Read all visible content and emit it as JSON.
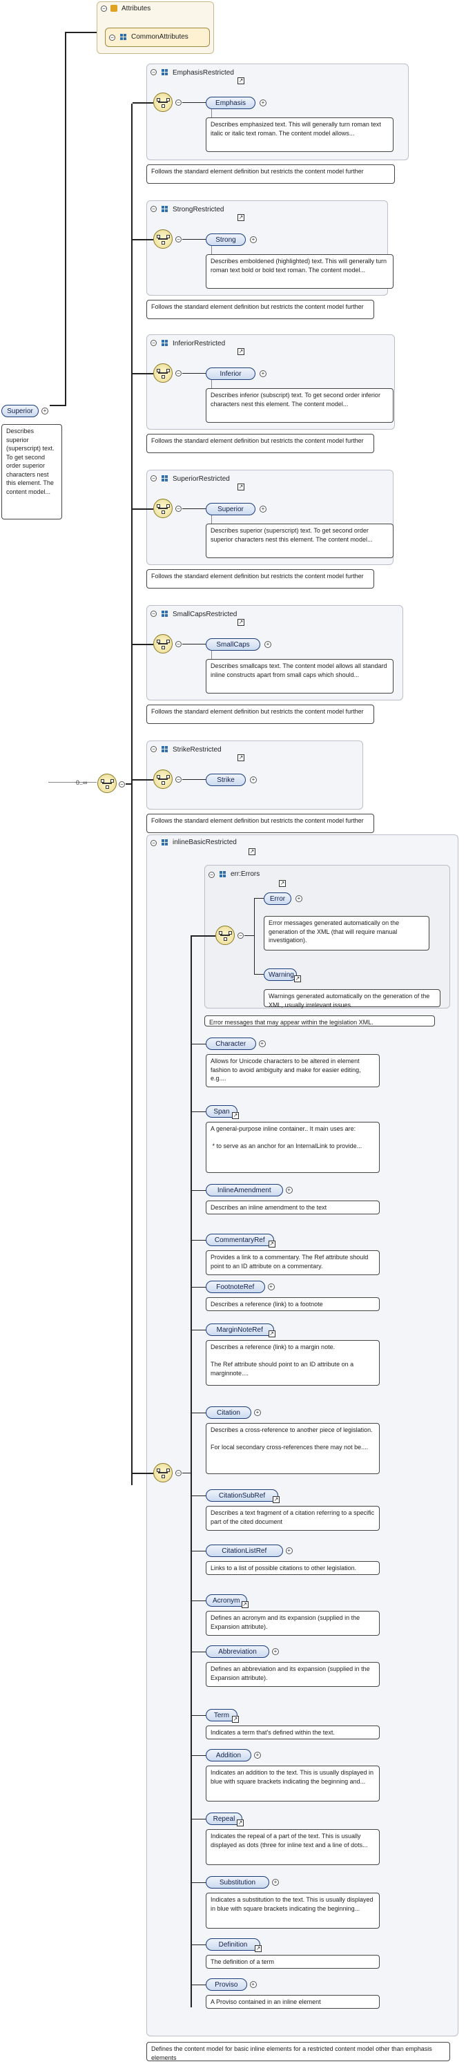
{
  "attributes": {
    "title": "Attributes",
    "group": "CommonAttributes"
  },
  "root": {
    "name": "Superior",
    "doc": "Describes superior (superscript) text. To get second order superior characters nest this element. The content model..."
  },
  "occurrence": "0..∞",
  "restricted_groups": [
    {
      "title": "EmphasisRestricted",
      "element": "Emphasis",
      "desc": "Describes emphasized text. This will generally turn roman text italic or italic text roman. The content model allows...",
      "note": "Follows the standard element definition but restricts the content model further"
    },
    {
      "title": "StrongRestricted",
      "element": "Strong",
      "desc": "Describes emboldened (highlighted) text. This will generally turn roman text bold or bold text roman. The content model...",
      "note": "Follows the standard element definition but restricts the content model further"
    },
    {
      "title": "InferiorRestricted",
      "element": "Inferior",
      "desc": "Describes inferior (subscript) text. To get second order inferior characters nest this element. The content model...",
      "note": "Follows the standard element definition but restricts the content model further"
    },
    {
      "title": "SuperiorRestricted",
      "element": "Superior",
      "desc": "Describes superior (superscript) text. To get second order superior characters nest this element. The content model...",
      "note": "Follows the standard element definition but restricts the content model further"
    },
    {
      "title": "SmallCapsRestricted",
      "element": "SmallCaps",
      "desc": "Describes smallcaps text. The content model allows all standard inline constructs apart from small caps which should...",
      "note": "Follows the standard element definition but restricts the content model further"
    },
    {
      "title": "StrikeRestricted",
      "element": "Strike",
      "desc": "",
      "note": "Follows the standard element definition but restricts the content model further"
    }
  ],
  "inline_basic": {
    "title": "inlineBasicRestricted",
    "errors": {
      "title": "err:Errors",
      "error": {
        "name": "Error",
        "desc": "Error messages generated automatically on the generation of the XML (that will require manual investigation)."
      },
      "warning": {
        "name": "Warning",
        "desc": "Warnings generated automatically on the generation of the XML, usually irrelevant issues."
      },
      "note": "Error messages that may appear within the legislation XML."
    },
    "items": [
      {
        "name": "Character",
        "desc": "Allows for Unicode characters to be altered in element fashion to avoid ambiguity and make for easier editing, e.g...."
      },
      {
        "name": "Span",
        "desc": "A general-purpose inline container.. It main uses are:\n\n * to serve as an anchor for an InternalLink to provide..."
      },
      {
        "name": "InlineAmendment",
        "desc": "Describes an inline amendment to the text"
      },
      {
        "name": "CommentaryRef",
        "desc": "Provides a link to a commentary. The Ref attribute should point to an ID attribute on a commentary."
      },
      {
        "name": "FootnoteRef",
        "desc": "Describes a reference (link) to a footnote"
      },
      {
        "name": "MarginNoteRef",
        "desc": "Describes a reference (link) to a margin note.\n\nThe Ref attribute should point to an ID attribute on a marginnote...."
      },
      {
        "name": "Citation",
        "desc": "Describes a cross-reference to another piece of legislation.\n\nFor local secondary cross-references there may not be...."
      },
      {
        "name": "CitationSubRef",
        "desc": "Describes a text fragment of a citation referring to a specific part of the cited document"
      },
      {
        "name": "CitationListRef",
        "desc": "Links to a list of possible citations to other legislation."
      },
      {
        "name": "Acronym",
        "desc": "Defines an acronym and its expansion (supplied in the Expansion attribute)."
      },
      {
        "name": "Abbreviation",
        "desc": "Defines an abbreviation and its expansion (supplied in the Expansion attribute)."
      },
      {
        "name": "Term",
        "desc": "Indicates a term that's defined within the text."
      },
      {
        "name": "Addition",
        "desc": "Indicates an addition to the text. This is usually displayed in blue with square brackets indicating the beginning and..."
      },
      {
        "name": "Repeal",
        "desc": "Indicates the repeal of a part of the text. This is usually displayed as dots (three for inline text and a line of dots..."
      },
      {
        "name": "Substitution",
        "desc": "Indicates a substitution to the text. This is usually displayed in blue with square brackets indicating the beginning..."
      },
      {
        "name": "Definition",
        "desc": "The definition of a term"
      },
      {
        "name": "Proviso",
        "desc": "A Proviso contained in an inline element"
      }
    ],
    "note": "Defines the content model for basic inline elements for a restricted content model other than emphasis elements"
  }
}
